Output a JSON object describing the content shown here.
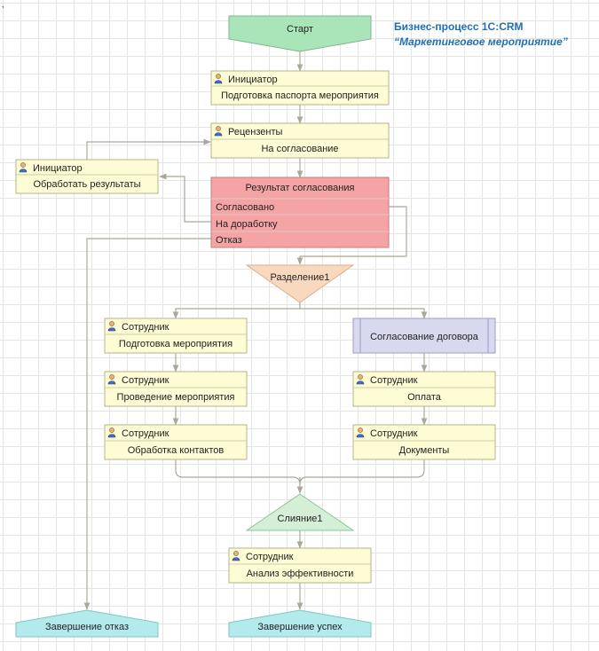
{
  "title": {
    "line1": "Бизнес-процесс 1С:CRM",
    "line2": "“Маркетинговое мероприятие”"
  },
  "corner_mark": ",",
  "nodes": {
    "start": "Старт",
    "task_passport": {
      "role": "Инициатор",
      "action": "Подготовка паспорта мероприятия"
    },
    "task_review": {
      "role": "Рецензенты",
      "action": "На согласование"
    },
    "task_process_results": {
      "role": "Инициатор",
      "action": "Обработать результаты"
    },
    "decision": {
      "title": "Результат согласования",
      "options": [
        "Согласовано",
        "На доработку",
        "Отказ"
      ]
    },
    "split": "Разделение1",
    "task_event_prep": {
      "role": "Сотрудник",
      "action": "Подготовка мероприятия"
    },
    "task_event_run": {
      "role": "Сотрудник",
      "action": "Проведение мероприятия"
    },
    "task_contacts": {
      "role": "Сотрудник",
      "action": "Обработка контактов"
    },
    "subprocess_contract": "Согласование договора",
    "task_payment": {
      "role": "Сотрудник",
      "action": "Оплата"
    },
    "task_documents": {
      "role": "Сотрудник",
      "action": "Документы"
    },
    "merge": "Слияние1",
    "task_analysis": {
      "role": "Сотрудник",
      "action": "Анализ эффективности"
    },
    "end_refusal": "Завершение отказ",
    "end_success": "Завершение успех"
  },
  "colors": {
    "start": "#a9e5b8",
    "task": "#fefcd4",
    "decision": "#f4a4a4",
    "split": "#f9d9bd",
    "merge": "#d4efd6",
    "subprocess": "#d8d8ee",
    "end": "#b3ebec",
    "title": "#1f6fb8",
    "connector": "#a9a99a"
  },
  "icons": {
    "role": "user-icon"
  }
}
